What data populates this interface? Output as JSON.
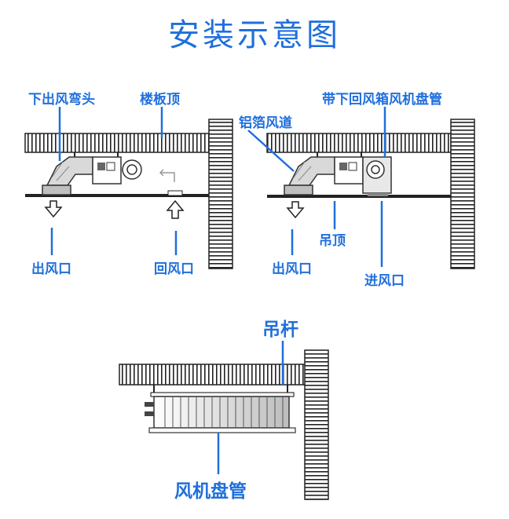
{
  "title": "安装示意图",
  "diagram_left": {
    "labels": {
      "elbow": "下出风弯头",
      "ceiling_top": "楼板顶",
      "supply_outlet": "出风口",
      "return_outlet": "回风口"
    }
  },
  "diagram_right": {
    "labels": {
      "unit_with_return_box": "带下回风箱风机盘管",
      "foil_duct": "铝箔风道",
      "suspended_ceiling": "吊顶",
      "supply_outlet": "出风口",
      "inlet": "进风口"
    }
  },
  "diagram_bottom": {
    "labels": {
      "hanger_rod": "吊杆",
      "fan_coil": "风机盘管"
    }
  },
  "colors": {
    "accent": "#1f6fdc",
    "line": "#222222",
    "fill_gray": "#c8c8c8"
  }
}
